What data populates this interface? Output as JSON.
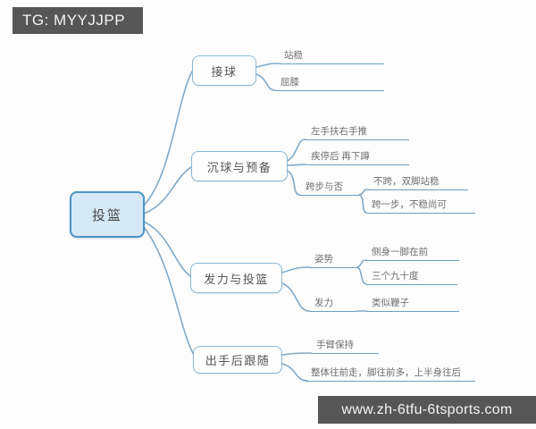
{
  "badge": {
    "text": "TG: MYYJJPP"
  },
  "watermark": {
    "text": "www.zh-6tfu-6tsports.com"
  },
  "colors": {
    "accent_line": "#7fa9c8",
    "underline": "#6d9fc0",
    "root_fill": "#d6e9f7",
    "root_border": "#4d94c5",
    "branch_border": "#8cb7d6",
    "banner_bg": "#565656"
  },
  "mindmap": {
    "root": {
      "label": "投篮"
    },
    "branches": [
      {
        "label": "接球",
        "children": [
          {
            "label": "站稳"
          },
          {
            "label": "屈膝"
          }
        ]
      },
      {
        "label": "沉球与预备",
        "children": [
          {
            "label": "左手扶右手推"
          },
          {
            "label": "疾停后 再下蹲"
          },
          {
            "label": "跨步与否",
            "children": [
              {
                "label": "不跨，双脚站稳"
              },
              {
                "label": "跨一步，不稳尚可"
              }
            ]
          }
        ]
      },
      {
        "label": "发力与投篮",
        "children": [
          {
            "label": "姿势",
            "children": [
              {
                "label": "侧身一脚在前"
              },
              {
                "label": "三个九十度"
              }
            ]
          },
          {
            "label": "发力",
            "children": [
              {
                "label": "类似鞭子"
              }
            ]
          }
        ]
      },
      {
        "label": "出手后跟随",
        "children": [
          {
            "label": "手臂保持"
          },
          {
            "label": "整体往前走，脚往前多，上半身往后"
          }
        ]
      }
    ]
  }
}
